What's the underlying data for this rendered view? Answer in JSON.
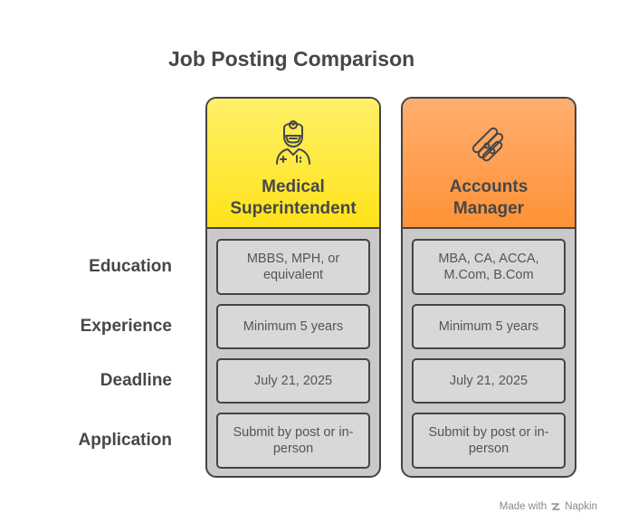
{
  "title": "Job Posting Comparison",
  "row_labels": [
    "Education",
    "Experience",
    "Deadline",
    "Application"
  ],
  "columns": [
    {
      "name_line1": "Medical",
      "name_line2": "Superintendent",
      "icon": "doctor-icon",
      "color": "#ffe21a",
      "cells": [
        "MBBS, MPH, or equivalent",
        "Minimum 5 years",
        "July 21, 2025",
        "Submit by post or in-person"
      ]
    },
    {
      "name_line1": "Accounts",
      "name_line2": "Manager",
      "icon": "accounting-icon",
      "color": "#ff9236",
      "cells": [
        "MBA, CA, ACCA, M.Com, B.Com",
        "Minimum 5 years",
        "July 21, 2025",
        "Submit by post or in-person"
      ]
    }
  ],
  "footer": {
    "made_with": "Made with",
    "brand": "Napkin"
  }
}
